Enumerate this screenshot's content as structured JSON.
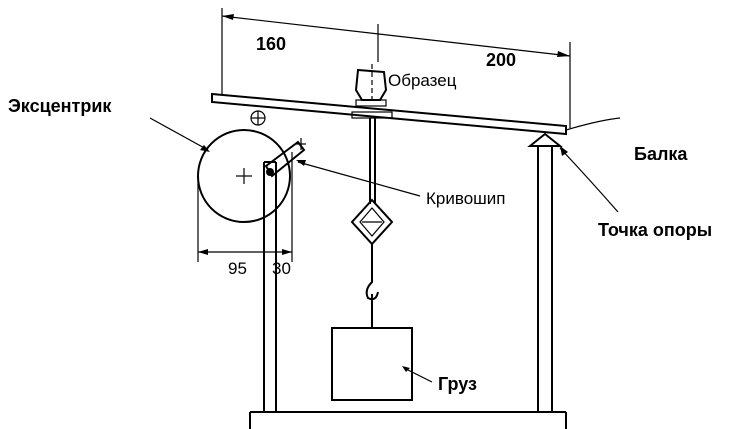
{
  "labels": {
    "eccentric": "Эксцентрик",
    "beam": "Балка",
    "fulcrum": "Точка опоры",
    "crank": "Кривошип",
    "sample": "Образец",
    "load": "Груз"
  },
  "dimensions": {
    "left_length": "160",
    "right_length": "200",
    "eccentric_offset": "95",
    "crank_offset": "30"
  },
  "colors": {
    "stroke": "#000000",
    "background": "#ffffff"
  }
}
